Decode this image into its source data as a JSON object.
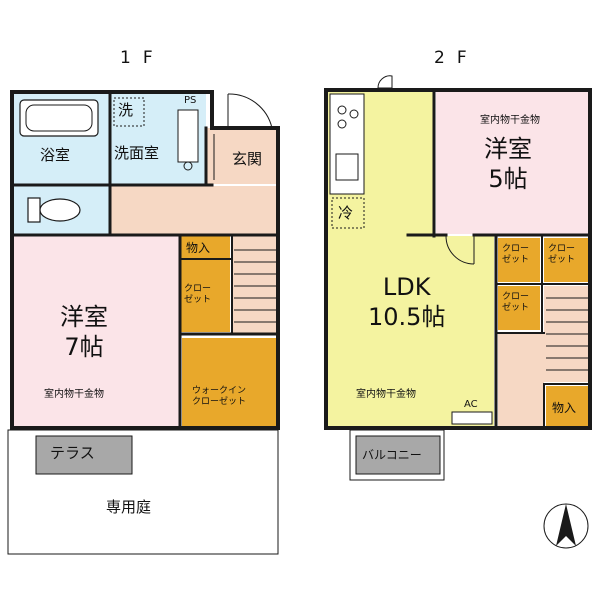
{
  "floors": {
    "first": "1F",
    "second": "2F"
  },
  "floor1": {
    "bath": "浴室",
    "wash_mark": "洗",
    "washroom": "洗面室",
    "ps": "PS",
    "entrance": "玄関",
    "storage": "物入",
    "closet": "クロー\nゼット",
    "walkin": "ウォークイン\nクローゼット",
    "western_room": "洋室\n7帖",
    "drying_rack": "室内物干金物",
    "terrace": "テラス",
    "garden": "専用庭"
  },
  "floor2": {
    "fridge": "冷",
    "ldk": "LDK\n10.5帖",
    "drying_rack_ldk": "室内物干金物",
    "ac": "AC",
    "western_room": "洋室\n5帖",
    "drying_rack_room": "室内物干金物",
    "closet_a": "クロー\nゼット",
    "closet_b": "クロー\nゼット",
    "closet_c": "クロー\nゼット",
    "storage": "物入",
    "balcony": "バルコニー"
  },
  "colors": {
    "wall": "#1a1a1a",
    "bedroom": "#fbe4e8",
    "wet_area": "#d5eef8",
    "hall": "#f6d8c4",
    "ldk": "#f4f3a0",
    "storage": "#e8a82b",
    "terrace": "#a8a8a8",
    "garden": "#ffffff"
  }
}
